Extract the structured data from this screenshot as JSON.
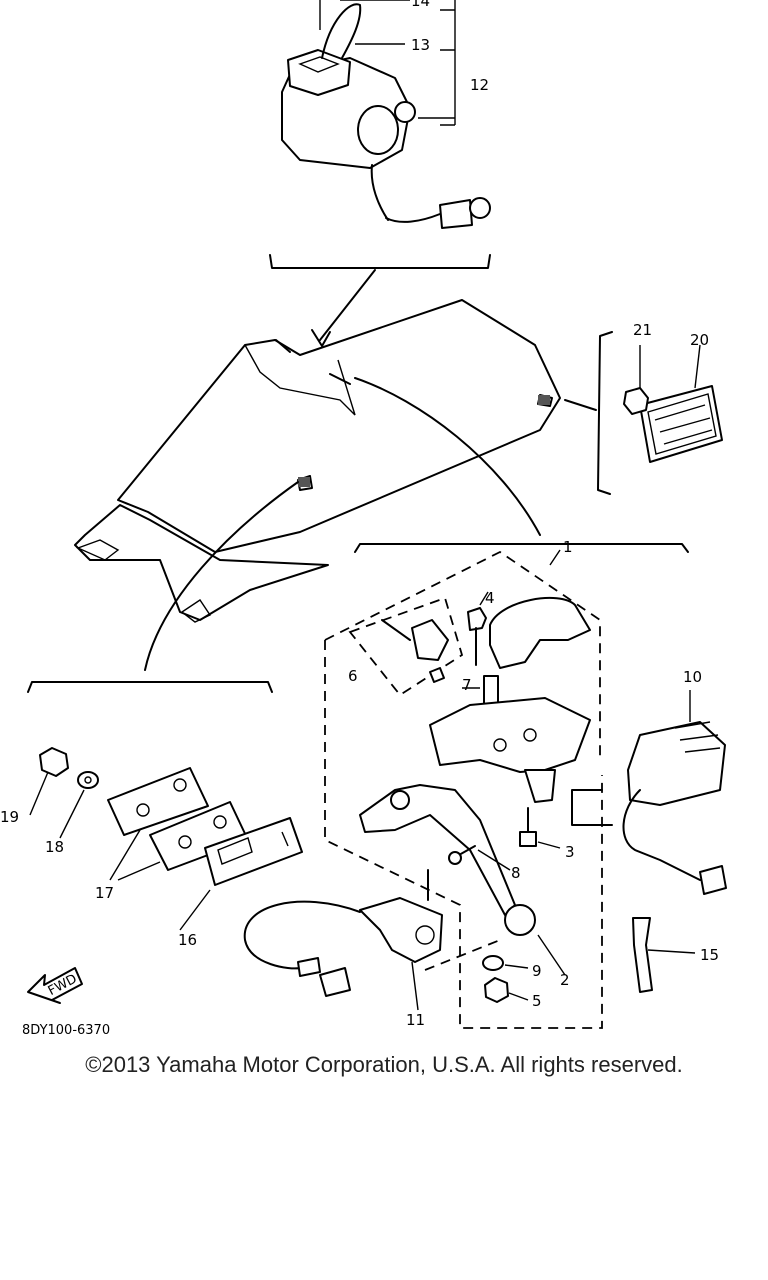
{
  "callouts": [
    "1",
    "2",
    "3",
    "4",
    "5",
    "6",
    "7",
    "8",
    "9",
    "10",
    "11",
    "12",
    "13",
    "14",
    "15",
    "16",
    "17",
    "18",
    "19",
    "20",
    "21"
  ],
  "diagram_code": "8DY100-6370",
  "fwd_label": "FWD",
  "copyright": "©2013 Yamaha Motor Corporation, U.S.A. All rights reserved."
}
